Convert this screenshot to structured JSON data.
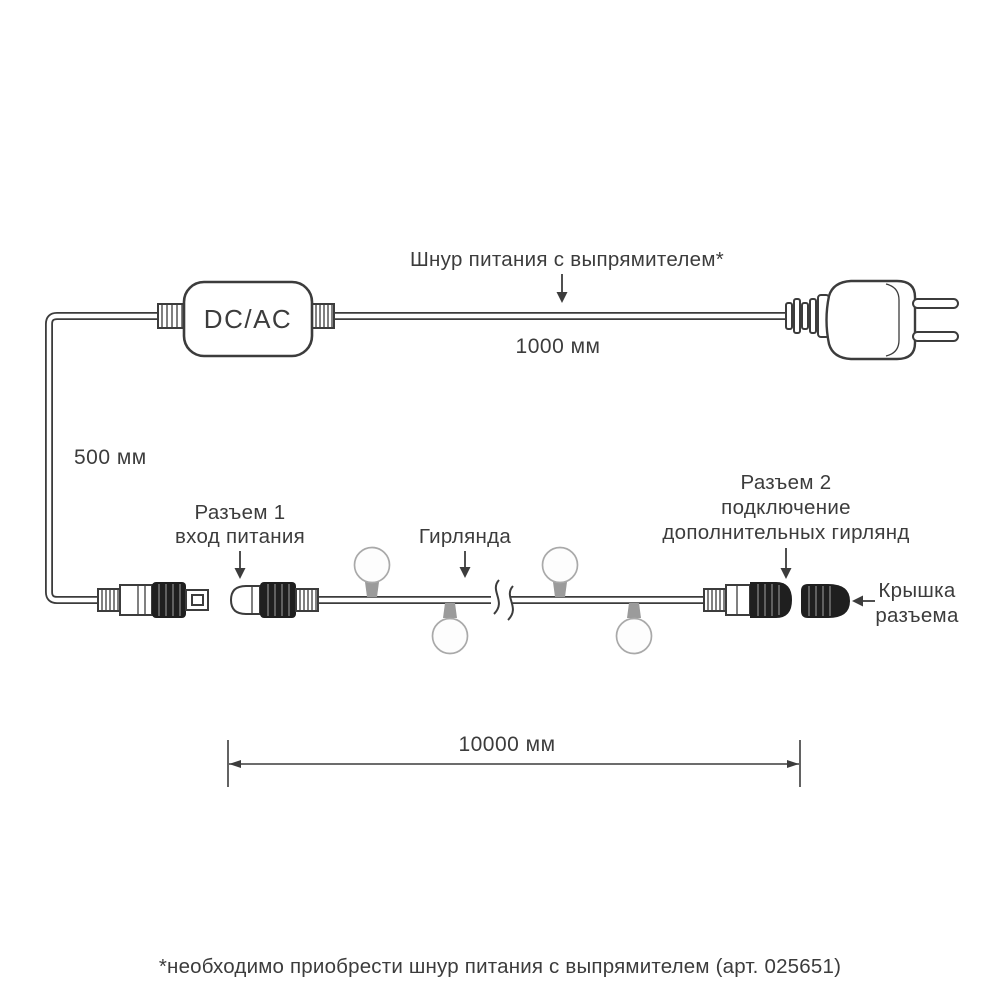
{
  "colors": {
    "ink": "#3c3c3c",
    "background": "#ffffff",
    "connector_black": "#1f1f1f",
    "bulb_fill": "#fdfdfd",
    "bulb_stroke": "#a9a9a9",
    "socket_gray": "#9b9b9b"
  },
  "labels": {
    "power_cord": "Шнур питания с выпрямителем*",
    "power_cord_length": "1000 мм",
    "converter": "DC/AC",
    "lead_length": "500 мм",
    "connector1_line1": "Разъем 1",
    "connector1_line2": "вход питания",
    "garland": "Гирлянда",
    "connector2_line1": "Разъем 2",
    "connector2_line2": "подключение",
    "connector2_line3": "дополнительных гирлянд",
    "cap_line1": "Крышка",
    "cap_line2": "разъема",
    "garland_length": "10000 мм",
    "footnote": "*необходимо приобрести шнур питания с выпрямителем (арт. 025651)"
  }
}
